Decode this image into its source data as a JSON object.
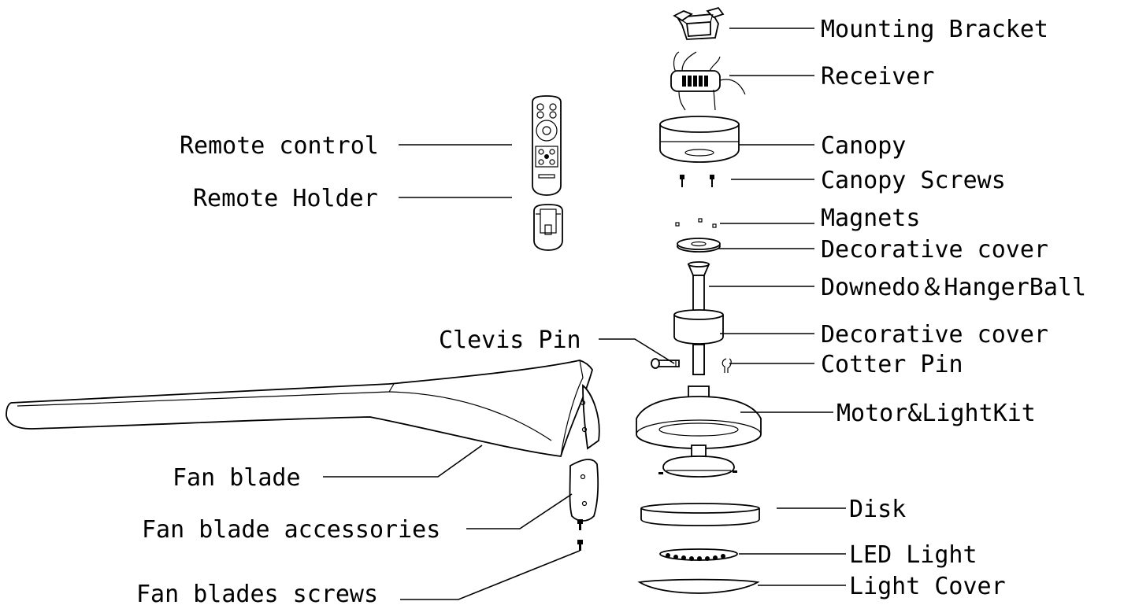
{
  "labels": {
    "mounting_bracket": "Mounting Bracket",
    "receiver": "Receiver",
    "canopy": "Canopy",
    "canopy_screws": "Canopy Screws",
    "magnets": "Magnets",
    "decorative_cover_top": "Decorative cover",
    "downrod": "Downedo＆HangerBall",
    "decorative_cover_bottom": "Decorative cover",
    "cotter_pin": "Cotter Pin",
    "motor_light_kit": "Motor&LightKit",
    "disk": "Disk",
    "led_light": "LED Light",
    "light_cover": "Light Cover",
    "remote_control": "Remote control",
    "remote_holder": "Remote Holder",
    "clevis_pin": "Clevis Pin",
    "fan_blade": "Fan blade",
    "fan_blade_accessories": "Fan blade accessories",
    "fan_blades_screws": "Fan blades screws"
  }
}
